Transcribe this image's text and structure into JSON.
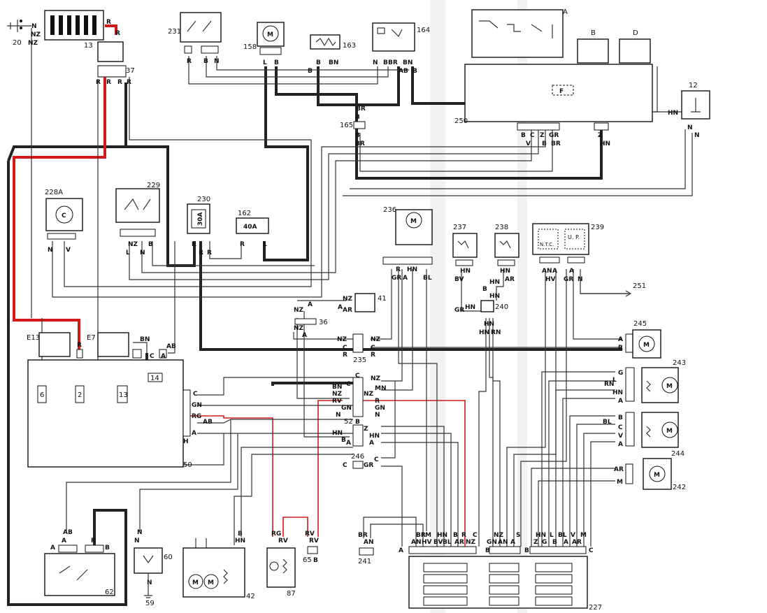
{
  "colors": {
    "wire": "#333333",
    "highlight": "#d11a1a",
    "paper": "#ffffff"
  },
  "components": {
    "c20": "20",
    "c13": "13",
    "c37": "37",
    "c231": "231",
    "c158": "158",
    "c163": "163",
    "c164": "164",
    "cA": "A",
    "cB": "B",
    "cD": "D",
    "c250": "250",
    "c12": "12",
    "c165": "165",
    "c228A": "228A",
    "c229": "229",
    "c230": "230",
    "c162": "162",
    "fuse40": "40A",
    "fuse30": "30A",
    "c236": "236",
    "c237": "237",
    "c238": "238",
    "c239": "239",
    "c251": "251",
    "c240": "240",
    "c41": "41",
    "c36": "36",
    "c245": "245",
    "c235": "235",
    "c243": "243",
    "c244": "244",
    "c242": "242",
    "c246": "246",
    "c52": "52",
    "cE13": "E13",
    "cE7": "E7",
    "c14": "14",
    "c50": "50",
    "c62": "62",
    "c60": "60",
    "c59": "59",
    "c42": "42",
    "c87": "87",
    "c65": "65",
    "c241": "241",
    "c227": "227",
    "bx6": "6",
    "bx2": "2",
    "bx13": "13",
    "ntc": "N.T.C.",
    "up": "U. P.",
    "relayF": "F"
  },
  "wire_labels": {
    "top": [
      "N",
      "NZ",
      "N",
      "R",
      "R",
      "R",
      "R",
      "R",
      "N",
      "N",
      "B",
      "N",
      "L",
      "B",
      "B",
      "BN",
      "N",
      "BR",
      "AB",
      "BN",
      "B",
      "BR",
      "B",
      "BR"
    ],
    "left": [
      "N",
      "V",
      "NZ",
      "L",
      "N",
      "B",
      "R",
      "R",
      "R",
      "L",
      "BN",
      "AB",
      "R"
    ],
    "mid": [
      "A",
      "NZ",
      "AR",
      "NZ",
      "NZ",
      "A",
      "NZ",
      "C",
      "R",
      "NZ",
      "C",
      "R",
      "BN",
      "NZ",
      "RV",
      "GN",
      "N",
      "C",
      "MN",
      "NZ",
      "R",
      "GN",
      "N",
      "HN",
      "B",
      "Z",
      "HN",
      "A",
      "C",
      "GR",
      "C",
      "C",
      "C",
      "HN",
      "BL",
      "BV",
      "HN",
      "HN",
      "AR",
      "AN",
      "HV",
      "GR",
      "A",
      "N"
    ],
    "right": [
      "G",
      "L",
      "RN",
      "HN",
      "A",
      "B",
      "BL",
      "C",
      "V",
      "A",
      "AR",
      "M",
      "A",
      "R",
      "HN",
      "HN",
      "RN",
      "C"
    ],
    "panel50": [
      "C",
      "GN",
      "RG",
      "AB",
      "A"
    ],
    "bottom": [
      "AB",
      "A",
      "R",
      "N",
      "N",
      "AR",
      "GR",
      "M",
      "HN",
      "HN",
      "B",
      "B",
      "RG",
      "RV",
      "RV",
      "RV",
      "BR",
      "AN",
      "BR",
      "AN",
      "HV",
      "M",
      "HN",
      "BV",
      "BL",
      "B",
      "AR",
      "R",
      "NZ",
      "C",
      "NZ",
      "GN",
      "AN",
      "A",
      "S",
      "HN",
      "Z",
      "G",
      "L",
      "B",
      "BL",
      "A",
      "V",
      "AR",
      "M",
      "L",
      "V",
      "R",
      "C",
      "B",
      "BR",
      "HN",
      "N",
      "HN",
      "N",
      "N"
    ]
  },
  "connectors": {
    "a": "A",
    "b": "B",
    "c": "C",
    "h": "H"
  }
}
